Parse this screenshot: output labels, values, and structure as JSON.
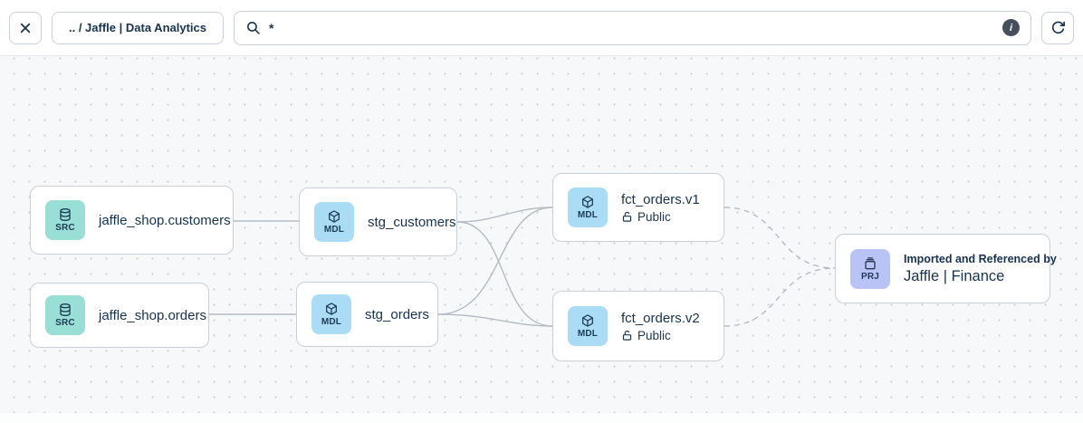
{
  "header": {
    "breadcrumb": {
      "label": ".. / Jaffle | Data Analytics"
    },
    "search": {
      "value": "*",
      "info_glyph": "i"
    }
  },
  "colors": {
    "source_accent": "#9adfd6",
    "model_accent": "#abdcf6",
    "project_accent": "#bac3f5",
    "edge": "#b4bbc5",
    "text": "#16324f",
    "canvas_background": "#f7f8fa",
    "canvas_dot": "#c9cdd3"
  },
  "graph": {
    "nodes": [
      {
        "id": "jaffle_shop.customers",
        "type": "source",
        "badge": "SRC",
        "icon": "database-icon",
        "title": "jaffle_shop.customers"
      },
      {
        "id": "jaffle_shop.orders",
        "type": "source",
        "badge": "SRC",
        "icon": "database-icon",
        "title": "jaffle_shop.orders"
      },
      {
        "id": "stg_customers",
        "type": "model",
        "badge": "MDL",
        "icon": "cube-icon",
        "title": "stg_customers"
      },
      {
        "id": "stg_orders",
        "type": "model",
        "badge": "MDL",
        "icon": "cube-icon",
        "title": "stg_orders"
      },
      {
        "id": "fct_orders.v1",
        "type": "model",
        "badge": "MDL",
        "icon": "cube-icon",
        "title": "fct_orders.v1",
        "access": "Public"
      },
      {
        "id": "fct_orders.v2",
        "type": "model",
        "badge": "MDL",
        "icon": "cube-icon",
        "title": "fct_orders.v2",
        "access": "Public"
      },
      {
        "id": "jaffle_finance",
        "type": "project",
        "badge": "PRJ",
        "icon": "archive-icon",
        "subtitle": "Imported and Referenced by",
        "title": "Jaffle | Finance"
      }
    ],
    "edges": [
      {
        "from": "jaffle_shop.customers",
        "to": "stg_customers",
        "style": "solid"
      },
      {
        "from": "jaffle_shop.orders",
        "to": "stg_orders",
        "style": "solid"
      },
      {
        "from": "stg_customers",
        "to": "fct_orders.v1",
        "style": "solid"
      },
      {
        "from": "stg_customers",
        "to": "fct_orders.v2",
        "style": "solid"
      },
      {
        "from": "stg_orders",
        "to": "fct_orders.v1",
        "style": "solid"
      },
      {
        "from": "stg_orders",
        "to": "fct_orders.v2",
        "style": "solid"
      },
      {
        "from": "fct_orders.v1",
        "to": "jaffle_finance",
        "style": "dashed"
      },
      {
        "from": "fct_orders.v2",
        "to": "jaffle_finance",
        "style": "dashed"
      }
    ]
  }
}
